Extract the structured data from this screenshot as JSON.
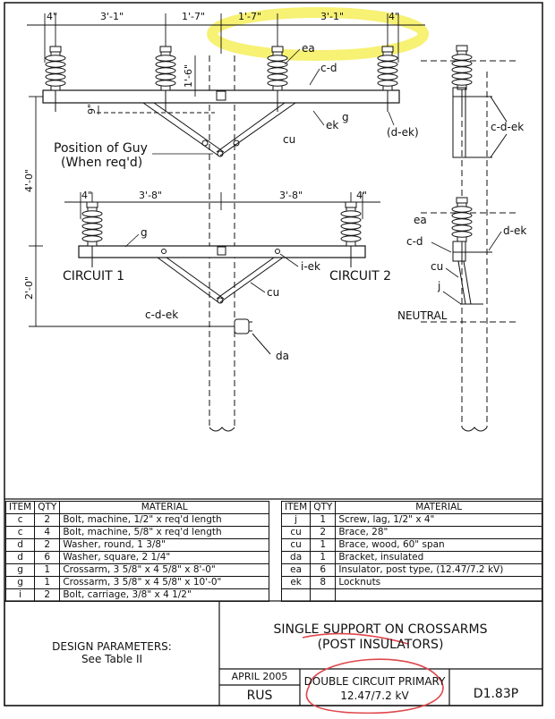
{
  "drawing": {
    "dimensions_top": [
      "4\"",
      "3'-1\"",
      "1'-7\"",
      "1'-7\"",
      "3'-1\"",
      "4\""
    ],
    "dimensions_lower": [
      "4\"",
      "3'-8\"",
      "3'-8\"",
      "4\""
    ],
    "dimension_vertical": {
      "upper_small": "1'-6\"",
      "upper_gap": "9\"",
      "spacing": "4'-0\"",
      "lower": "2'-0\""
    },
    "labels": {
      "ea_top": "ea",
      "cd_top": "c-d",
      "g_top": "g",
      "ek_top": "ek",
      "dek_top": "(d-ek)",
      "cu_top": "cu",
      "guy_line1": "Position of Guy",
      "guy_line2": "(When req'd)",
      "g_lower": "g",
      "iek_lower": "i-ek",
      "cu_lower": "cu",
      "circuit1": "CIRCUIT 1",
      "circuit2": "CIRCUIT 2",
      "cdek_lower": "c-d-ek",
      "da_lower": "da",
      "side_cdek": "c-d-ek",
      "side_ea": "ea",
      "side_cd": "c-d",
      "side_dek": "d-ek",
      "side_cu": "cu",
      "side_j": "j",
      "side_neutral": "NEUTRAL"
    }
  },
  "materials_left": {
    "headers": [
      "ITEM",
      "QTY",
      "MATERIAL"
    ],
    "rows": [
      [
        "c",
        "2",
        "Bolt, machine, 1/2\" x req'd length"
      ],
      [
        "c",
        "4",
        "Bolt, machine, 5/8\" x req'd length"
      ],
      [
        "d",
        "2",
        "Washer, round, 1 3/8\""
      ],
      [
        "d",
        "6",
        "Washer, square, 2 1/4\""
      ],
      [
        "g",
        "1",
        "Crossarm, 3 5/8\" x 4 5/8\" x 8'-0\""
      ],
      [
        "g",
        "1",
        "Crossarm, 3 5/8\" x 4 5/8\" x 10'-0\""
      ],
      [
        "i",
        "2",
        "Bolt, carriage, 3/8\" x 4 1/2\""
      ]
    ]
  },
  "materials_right": {
    "headers": [
      "ITEM",
      "QTY",
      "MATERIAL"
    ],
    "rows": [
      [
        "j",
        "1",
        "Screw, lag, 1/2\" x 4\""
      ],
      [
        "cu",
        "2",
        "Brace, 28\""
      ],
      [
        "cu",
        "1",
        "Brace, wood, 60\" span"
      ],
      [
        "da",
        "1",
        "Bracket, insulated"
      ],
      [
        "ea",
        "6",
        "Insulator, post type, (12.47/7.2 kV)"
      ],
      [
        "ek",
        "8",
        "Locknuts"
      ],
      [
        "",
        "",
        ""
      ]
    ]
  },
  "title_block": {
    "design_params_line1": "DESIGN PARAMETERS:",
    "design_params_line2": "See Table II",
    "title_line1": "SINGLE SUPPORT ON CROSSARMS",
    "title_line2": "(POST INSULATORS)",
    "date": "APRIL 2005",
    "org": "RUS",
    "subtitle_line1": "DOUBLE CIRCUIT PRIMARY",
    "subtitle_line2": "12.47/7.2 kV",
    "drawing_number": "D1.83P"
  },
  "colors": {
    "highlight": "#f6ee5c",
    "markup": "#e0474c",
    "ink": "#111111"
  }
}
